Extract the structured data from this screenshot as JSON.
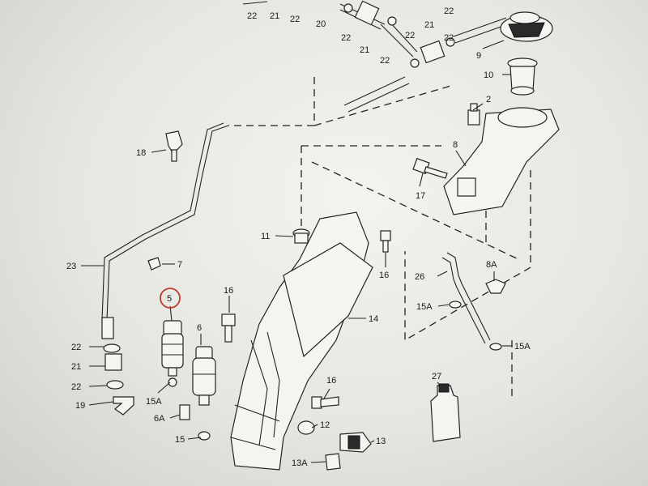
{
  "highlight_label": "5",
  "callouts": [
    {
      "id": "c22a",
      "text": "22"
    },
    {
      "id": "c21a",
      "text": "21"
    },
    {
      "id": "c22b",
      "text": "22"
    },
    {
      "id": "c20",
      "text": "20"
    },
    {
      "id": "c22c",
      "text": "22"
    },
    {
      "id": "c21b",
      "text": "21"
    },
    {
      "id": "c22d",
      "text": "22"
    },
    {
      "id": "c22e",
      "text": "22"
    },
    {
      "id": "c21c",
      "text": "21"
    },
    {
      "id": "c22f",
      "text": "22"
    },
    {
      "id": "c22g",
      "text": "22"
    },
    {
      "id": "c9",
      "text": "9"
    },
    {
      "id": "c10",
      "text": "10"
    },
    {
      "id": "c2",
      "text": "2"
    },
    {
      "id": "c8",
      "text": "8"
    },
    {
      "id": "c18",
      "text": "18"
    },
    {
      "id": "c17",
      "text": "17"
    },
    {
      "id": "c11",
      "text": "11"
    },
    {
      "id": "c23",
      "text": "23"
    },
    {
      "id": "c7",
      "text": "7"
    },
    {
      "id": "c16a",
      "text": "16"
    },
    {
      "id": "c16b",
      "text": "16"
    },
    {
      "id": "c26",
      "text": "26"
    },
    {
      "id": "c8A",
      "text": "8A"
    },
    {
      "id": "c15Aa",
      "text": "15A"
    },
    {
      "id": "c14",
      "text": "14"
    },
    {
      "id": "c6",
      "text": "6"
    },
    {
      "id": "c15Ab",
      "text": "15A"
    },
    {
      "id": "c22h",
      "text": "22"
    },
    {
      "id": "c21d",
      "text": "21"
    },
    {
      "id": "c22i",
      "text": "22"
    },
    {
      "id": "c19",
      "text": "19"
    },
    {
      "id": "c15Ac",
      "text": "15A"
    },
    {
      "id": "c6A",
      "text": "6A"
    },
    {
      "id": "c15",
      "text": "15"
    },
    {
      "id": "c16c",
      "text": "16"
    },
    {
      "id": "c12",
      "text": "12"
    },
    {
      "id": "c13",
      "text": "13"
    },
    {
      "id": "c13A",
      "text": "13A"
    },
    {
      "id": "c27",
      "text": "27"
    }
  ]
}
